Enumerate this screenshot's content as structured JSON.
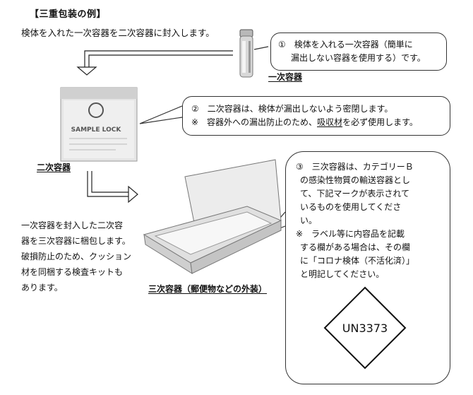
{
  "title": "【三重包装の例】",
  "intro": "検体を入れた一次容器を二次容器に封入します。",
  "primary": {
    "note_line1": "①　検体を入れる一次容器（簡単に",
    "note_line2": "漏出しない容器を使用する）です。",
    "label": "一次容器"
  },
  "secondary": {
    "note_line1": "②　二次容器は、検体が漏出しないよう密閉します。",
    "note_line2_a": "※　容器外への漏出防止のため、",
    "note_line2_b": "吸収材",
    "note_line2_c": "を必ず使用します。",
    "label": "二次容器",
    "bag_text": "SAMPLE LOCK"
  },
  "description": {
    "line1": "一次容器を封入した二次容",
    "line2": "器を三次容器に梱包します。",
    "line3": "破損防止のため、クッション",
    "line4": "材を同梱する検査キットも",
    "line5": "あります。"
  },
  "tertiary": {
    "label": "三次容器（郵便物などの外装）",
    "note_line1": "③　三次容器は、カテゴリーＢ",
    "note_line2": "の感染性物質の輸送容器とし",
    "note_line3": "て、下記マークが表示されて",
    "note_line4": "いるものを使用してくださ",
    "note_line5": "い。",
    "note_line6": "※　ラベル等に内容品を記載",
    "note_line7": "する欄がある場合は、その欄",
    "note_line8": "に「コロナ検体（不活化済）」",
    "note_line9": "と明記してください。",
    "un_mark": "UN3373"
  }
}
